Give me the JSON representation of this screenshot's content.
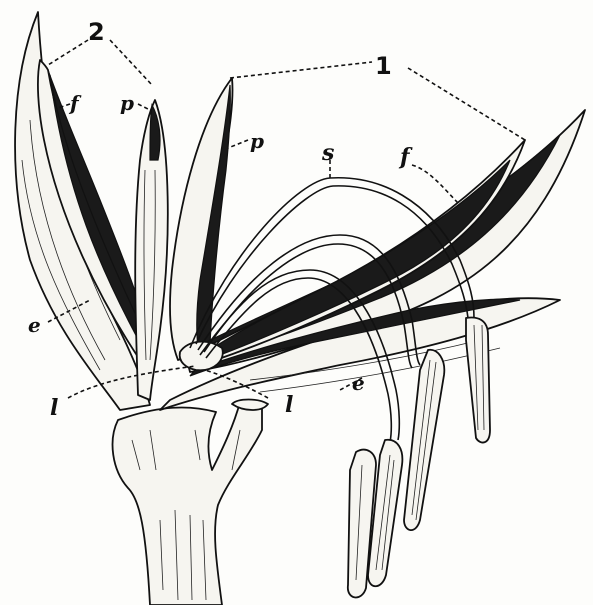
{
  "figure": {
    "labels": {
      "group_2": "2",
      "group_1": "1",
      "f_left": "f",
      "p_left": "p",
      "p_right": "p",
      "s": "s",
      "f_right": "f",
      "e_left": "e",
      "e_right": "e",
      "l_left": "l",
      "l_right": "l"
    },
    "colors": {
      "ink": "#111111",
      "paper": "#fdfdfb"
    }
  }
}
